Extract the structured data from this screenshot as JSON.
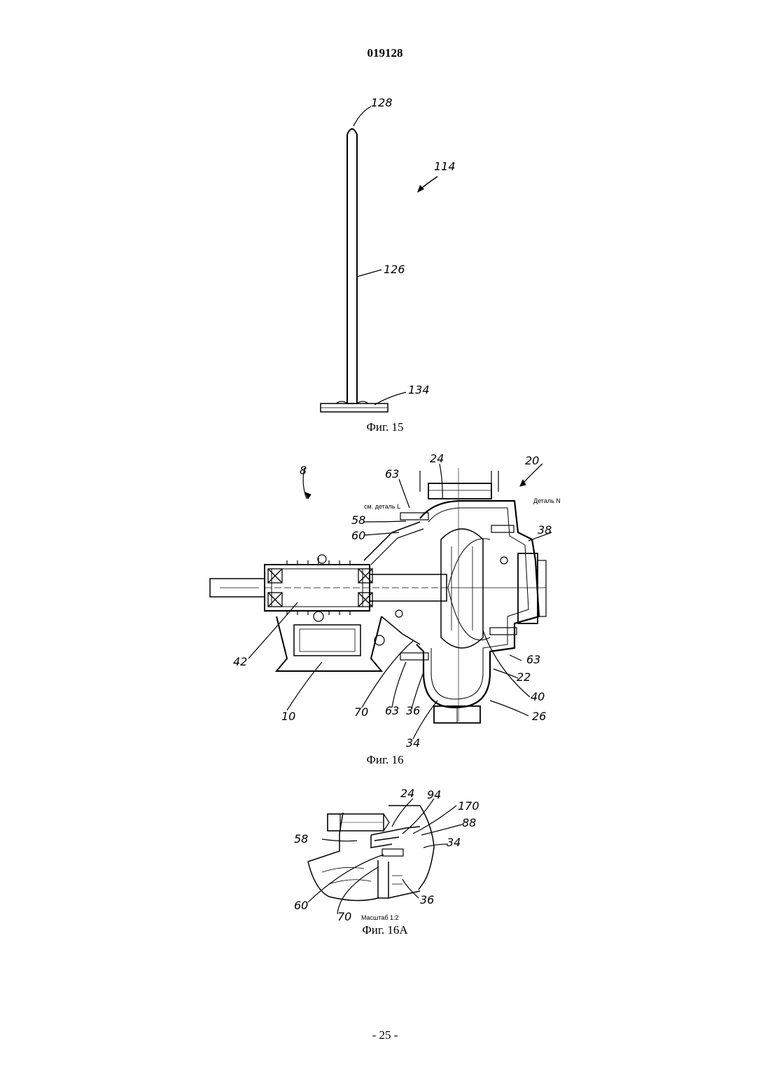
{
  "header": {
    "doc_number": "019128"
  },
  "figures": [
    {
      "id": "fig15",
      "caption": "Фиг. 15",
      "labels": {
        "ref_114": "114",
        "ref_128": "128",
        "ref_126": "126",
        "ref_134": "134"
      }
    },
    {
      "id": "fig16",
      "caption": "Фиг. 16",
      "labels": {
        "ref_8": "8",
        "ref_63a": "63",
        "ref_24": "24",
        "ref_20": "20",
        "detail_l": "см. деталь L",
        "detail_n": "Деталь N",
        "ref_58": "58",
        "ref_60": "60",
        "ref_38": "38",
        "ref_42": "42",
        "ref_10": "10",
        "ref_70": "70",
        "ref_63b": "63",
        "ref_36": "36",
        "ref_34": "34",
        "ref_40": "40",
        "ref_26": "26",
        "ref_22": "22",
        "ref_63c": "63"
      }
    },
    {
      "id": "fig16a",
      "caption": "Фиг. 16А",
      "labels": {
        "ref_24": "24",
        "ref_94": "94",
        "ref_170": "170",
        "ref_88": "88",
        "ref_58": "58",
        "ref_34": "34",
        "ref_60": "60",
        "ref_36": "36",
        "ref_70": "70",
        "scale": "Масштаб 1:2"
      }
    }
  ],
  "footer": {
    "page_number": "- 25 -"
  }
}
